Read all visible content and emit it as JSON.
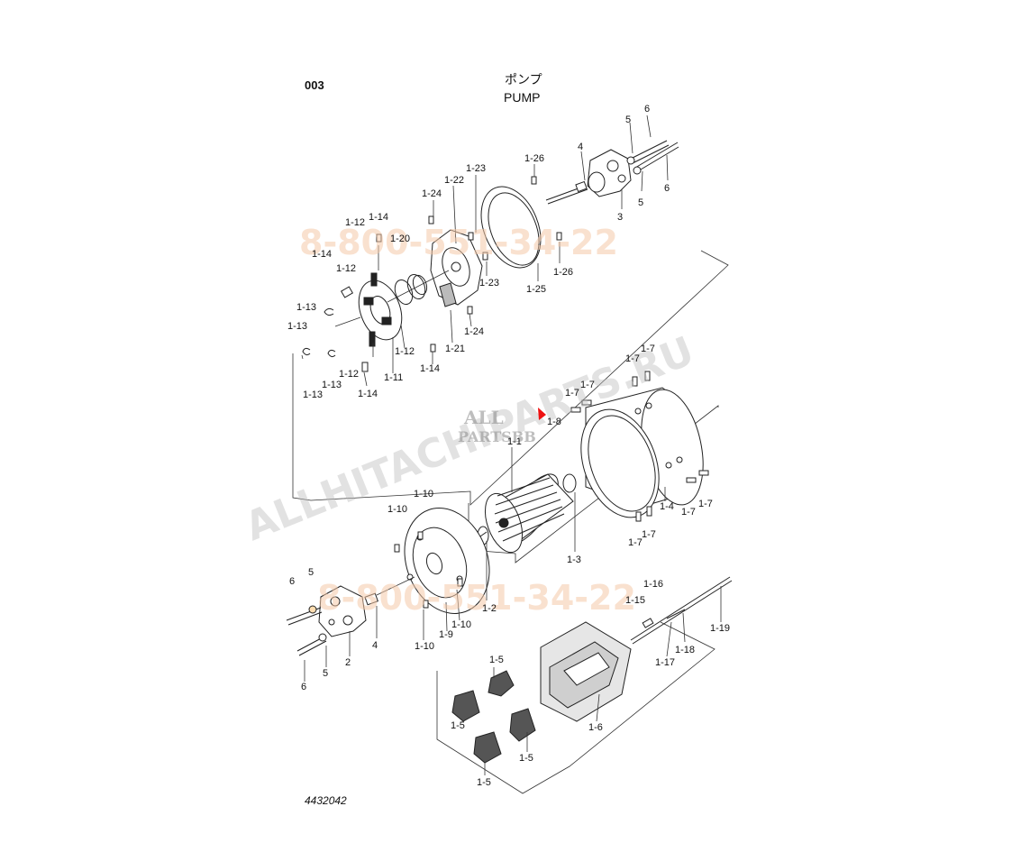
{
  "header": {
    "page_code": "003",
    "title_jp": "ポンプ",
    "title_en": "PUMP",
    "drawing_no": "4432042"
  },
  "watermarks": {
    "phone_top": "8-800-551-34-22",
    "phone_bottom": "8-800-551-34-22",
    "site": "ALLHITACHIPARTS.RU",
    "logo_line1": "ALL",
    "logo_line2": "PARTSBB"
  },
  "callouts": [
    {
      "id": "c1",
      "text": "6"
    },
    {
      "id": "c2",
      "text": "5"
    },
    {
      "id": "c3",
      "text": "4"
    },
    {
      "id": "c4",
      "text": "1-26"
    },
    {
      "id": "c5",
      "text": "5"
    },
    {
      "id": "c6",
      "text": "6"
    },
    {
      "id": "c7",
      "text": "3"
    },
    {
      "id": "c8",
      "text": "1-23"
    },
    {
      "id": "c9",
      "text": "1-22"
    },
    {
      "id": "c10",
      "text": "1-24"
    },
    {
      "id": "c11",
      "text": "1-14"
    },
    {
      "id": "c12",
      "text": "1-12"
    },
    {
      "id": "c13",
      "text": "1-20"
    },
    {
      "id": "c14",
      "text": "1-14"
    },
    {
      "id": "c15",
      "text": "1-12"
    },
    {
      "id": "c16",
      "text": "1-26"
    },
    {
      "id": "c17",
      "text": "1-23"
    },
    {
      "id": "c18",
      "text": "1-25"
    },
    {
      "id": "c19",
      "text": "1-13"
    },
    {
      "id": "c20",
      "text": "1-13"
    },
    {
      "id": "c21",
      "text": "1-24"
    },
    {
      "id": "c22",
      "text": "1-21"
    },
    {
      "id": "c23",
      "text": "1-12"
    },
    {
      "id": "c24",
      "text": "1-14"
    },
    {
      "id": "c25",
      "text": "1-11"
    },
    {
      "id": "c26",
      "text": "1-12"
    },
    {
      "id": "c27",
      "text": "1-13"
    },
    {
      "id": "c28",
      "text": "1-13"
    },
    {
      "id": "c29",
      "text": "1-14"
    },
    {
      "id": "c30",
      "text": "1-7"
    },
    {
      "id": "c31",
      "text": "1-7"
    },
    {
      "id": "c32",
      "text": "1-7"
    },
    {
      "id": "c33",
      "text": "1-7"
    },
    {
      "id": "c34",
      "text": "1-8"
    },
    {
      "id": "c35",
      "text": "1-1"
    },
    {
      "id": "c36",
      "text": "1-10"
    },
    {
      "id": "c37",
      "text": "1-10"
    },
    {
      "id": "c38",
      "text": "1-4"
    },
    {
      "id": "c39",
      "text": "1-7"
    },
    {
      "id": "c40",
      "text": "1-7"
    },
    {
      "id": "c41",
      "text": "1-7"
    },
    {
      "id": "c42",
      "text": "1-7"
    },
    {
      "id": "c43",
      "text": "1-3"
    },
    {
      "id": "c44",
      "text": "6"
    },
    {
      "id": "c45",
      "text": "5"
    },
    {
      "id": "c46",
      "text": "1-2"
    },
    {
      "id": "c47",
      "text": "1-10"
    },
    {
      "id": "c48",
      "text": "1-9"
    },
    {
      "id": "c49",
      "text": "1-10"
    },
    {
      "id": "c50",
      "text": "4"
    },
    {
      "id": "c51",
      "text": "2"
    },
    {
      "id": "c52",
      "text": "5"
    },
    {
      "id": "c53",
      "text": "6"
    },
    {
      "id": "c54",
      "text": "1-16"
    },
    {
      "id": "c55",
      "text": "1-15"
    },
    {
      "id": "c56",
      "text": "1-19"
    },
    {
      "id": "c57",
      "text": "1-18"
    },
    {
      "id": "c58",
      "text": "1-17"
    },
    {
      "id": "c59",
      "text": "1-5"
    },
    {
      "id": "c60",
      "text": "1-5"
    },
    {
      "id": "c61",
      "text": "1-6"
    },
    {
      "id": "c62",
      "text": "1-5"
    },
    {
      "id": "c63",
      "text": "1-5"
    }
  ]
}
